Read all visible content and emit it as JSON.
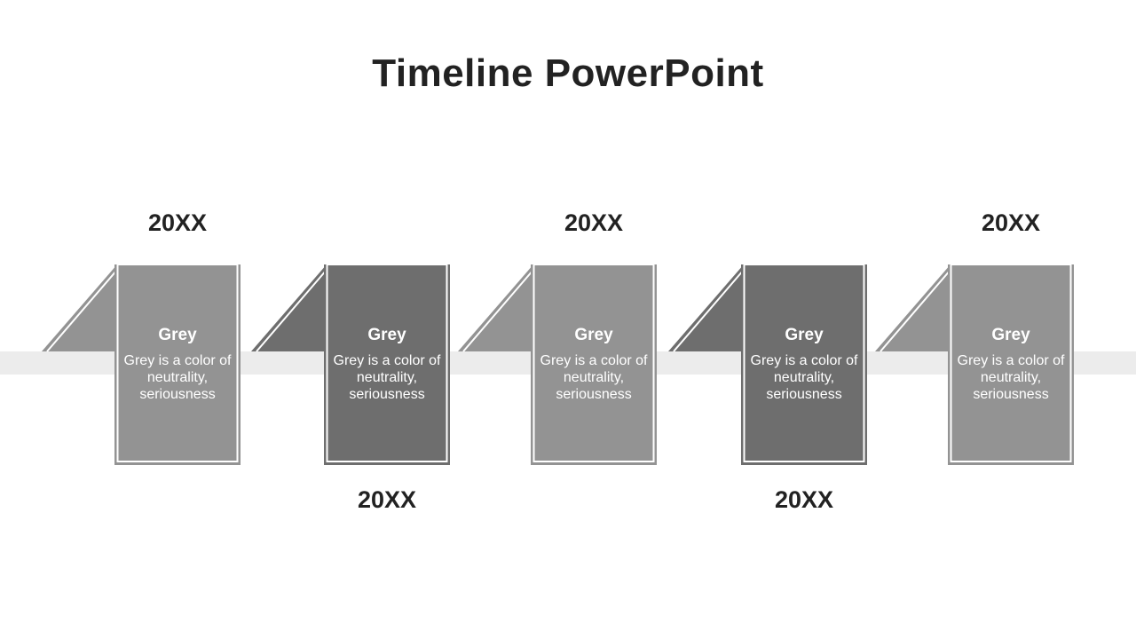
{
  "slide": {
    "title": "Timeline PowerPoint"
  },
  "colors": {
    "light_fill": "#939393",
    "dark_fill": "#6e6e6e",
    "band": "#ececec",
    "text_dark": "#222222"
  },
  "steps": [
    {
      "year": "20XX",
      "year_position": "top",
      "shade": "light",
      "heading": "Grey",
      "body": "Grey is a color of neutrality, seriousness"
    },
    {
      "year": "20XX",
      "year_position": "bottom",
      "shade": "dark",
      "heading": "Grey",
      "body": "Grey is a color of neutrality, seriousness"
    },
    {
      "year": "20XX",
      "year_position": "top",
      "shade": "light",
      "heading": "Grey",
      "body": "Grey is a color of neutrality, seriousness"
    },
    {
      "year": "20XX",
      "year_position": "bottom",
      "shade": "dark",
      "heading": "Grey",
      "body": "Grey is a color of neutrality, seriousness"
    },
    {
      "year": "20XX",
      "year_position": "top",
      "shade": "light",
      "heading": "Grey",
      "body": "Grey is a color of neutrality, seriousness"
    }
  ]
}
